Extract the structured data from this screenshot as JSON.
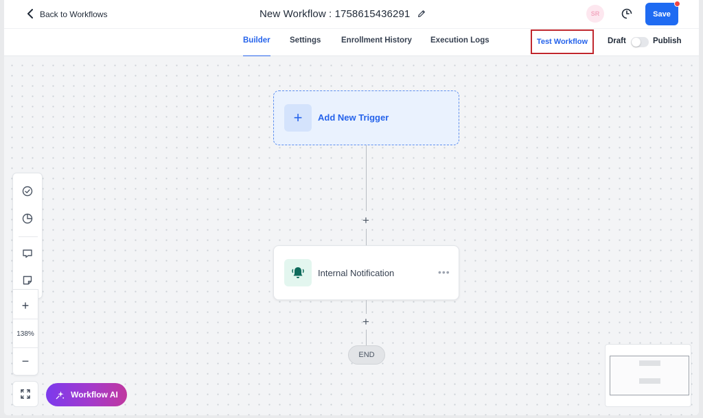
{
  "header": {
    "back_label": "Back to Workflows",
    "title": "New Workflow : 1758615436291",
    "avatar_initials": "SR",
    "save_label": "Save"
  },
  "tabs": [
    {
      "label": "Builder",
      "active": true
    },
    {
      "label": "Settings",
      "active": false
    },
    {
      "label": "Enrollment History",
      "active": false
    },
    {
      "label": "Execution Logs",
      "active": false
    }
  ],
  "actions": {
    "test_label": "Test Workflow",
    "draft_label": "Draft",
    "publish_label": "Publish",
    "publish_enabled": false
  },
  "canvas": {
    "trigger_label": "Add New Trigger",
    "action_label": "Internal Notification",
    "end_label": "END"
  },
  "controls": {
    "zoom_level": "138%",
    "ai_label": "Workflow AI"
  },
  "colors": {
    "accent": "#2563eb",
    "save_bg": "#1f6bf2",
    "highlight_border": "#c0262d",
    "action_icon": "#0f766e"
  }
}
